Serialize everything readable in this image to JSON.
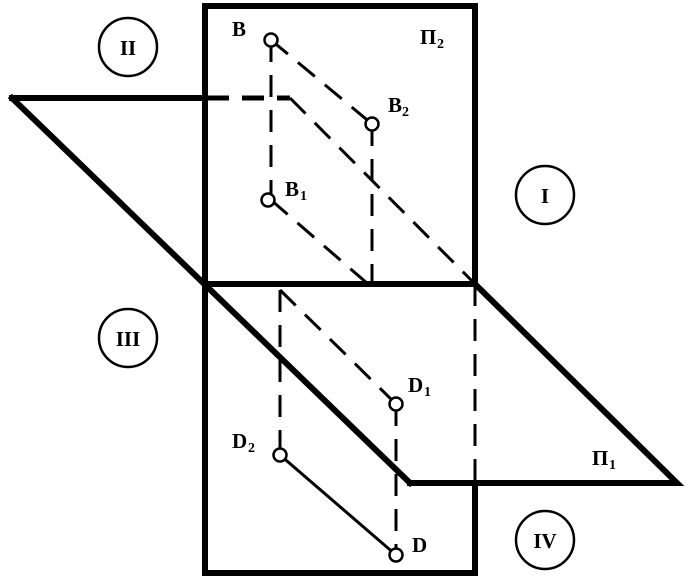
{
  "planes": {
    "frontal": "Π",
    "frontal_sub": "2",
    "horizontal": "Π",
    "horizontal_sub": "1"
  },
  "quadrants": [
    "I",
    "II",
    "III",
    "IV"
  ],
  "points": {
    "B": "B",
    "B1": "B",
    "B1_sub": "1",
    "B2": "B",
    "B2_sub": "2",
    "D": "D",
    "D1": "D",
    "D1_sub": "1",
    "D2": "D",
    "D2_sub": "2"
  }
}
